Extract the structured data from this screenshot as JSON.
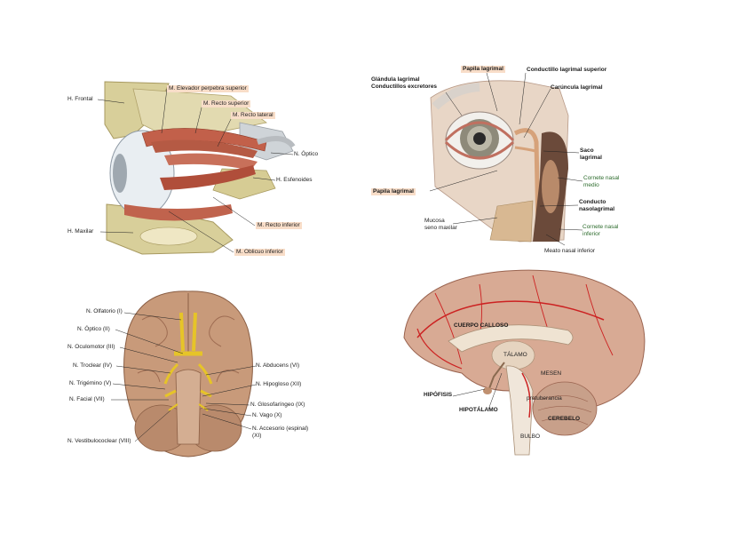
{
  "panels": {
    "orbit": {
      "labels": {
        "frontal": "H. Frontal",
        "elevator": "M. Elevador perpebra superior",
        "recto_superior": "M. Recto superior",
        "recto_lateral": "M. Recto lateral",
        "optico": "N. Óptico",
        "esfenoides": "H. Esfenoides",
        "maxilar": "H. Maxilar",
        "recto_inferior": "M. Recto inferior",
        "oblicuo_inferior": "M. Oblicuo inferior"
      },
      "colors": {
        "bone": "#d8cf9a",
        "muscle": "#c2604a",
        "eye": "#e9eef2",
        "highlight": "#f8ddc8"
      }
    },
    "lacrimal": {
      "labels": {
        "glandula": "Glándula lagrimal\nConductillos excretores",
        "papila_sup": "Papila lagrimal",
        "conductillo": "Conductillo lagrimal superior",
        "caruncula": "Carúncula lagrimal",
        "saco": "Saco\nlagrimal",
        "cornete_medio": "Cornete nasal\nmedio",
        "conducto": "Conducto\nnasolagrimal",
        "cornete_inferior": "Cornete nasal\ninferior",
        "meato": "Meato nasal inferior",
        "papila_inf": "Papila lagrimal",
        "mucosa": "Mucosa\nseno maxilar"
      },
      "colors": {
        "skin": "#e8d6c6",
        "iris": "#8e8a7a",
        "sclera": "#f2f0ec",
        "nasal": "#6b4a3a",
        "green_text": "#2c6b2c"
      }
    },
    "brain_base": {
      "labels": {
        "olfatorio": "N. Olfatorio (I)",
        "optico": "N. Óptico (II)",
        "oculomotor": "N. Oculomotor (III)",
        "troclear": "N. Troclear (IV)",
        "trigemino": "N. Trigémino (V)",
        "facial": "N. Facial (VII)",
        "vestibulococlear": "N. Vestibulococlear (VIII)",
        "abducens": "N. Abducens (VI)",
        "hipogloso": "N. Hipogloso (XII)",
        "glosofaringeo": "N. Glosofaríngeo (IX)",
        "vago": "N. Vago (X)",
        "accesorio": "N. Accesorio (espinal)\n(XI)"
      },
      "colors": {
        "cortex": "#c89a7a",
        "nerves": "#e6c428"
      }
    },
    "sagittal": {
      "labels": {
        "cuerpo_calloso": "CUERPO CALLOSO",
        "talamo": "TÁLAMO",
        "mesen": "MESEN",
        "hipofisis": "HIPÓFISIS",
        "hipotalamo": "HIPOTÁLAMO",
        "protuberancia": "protuberancia",
        "bulbo": "BULBO",
        "cerebelo": "CEREBELO"
      },
      "colors": {
        "cortex": "#d8aa94",
        "vessels": "#cc2222",
        "white_matter": "#efe3d2"
      }
    }
  }
}
